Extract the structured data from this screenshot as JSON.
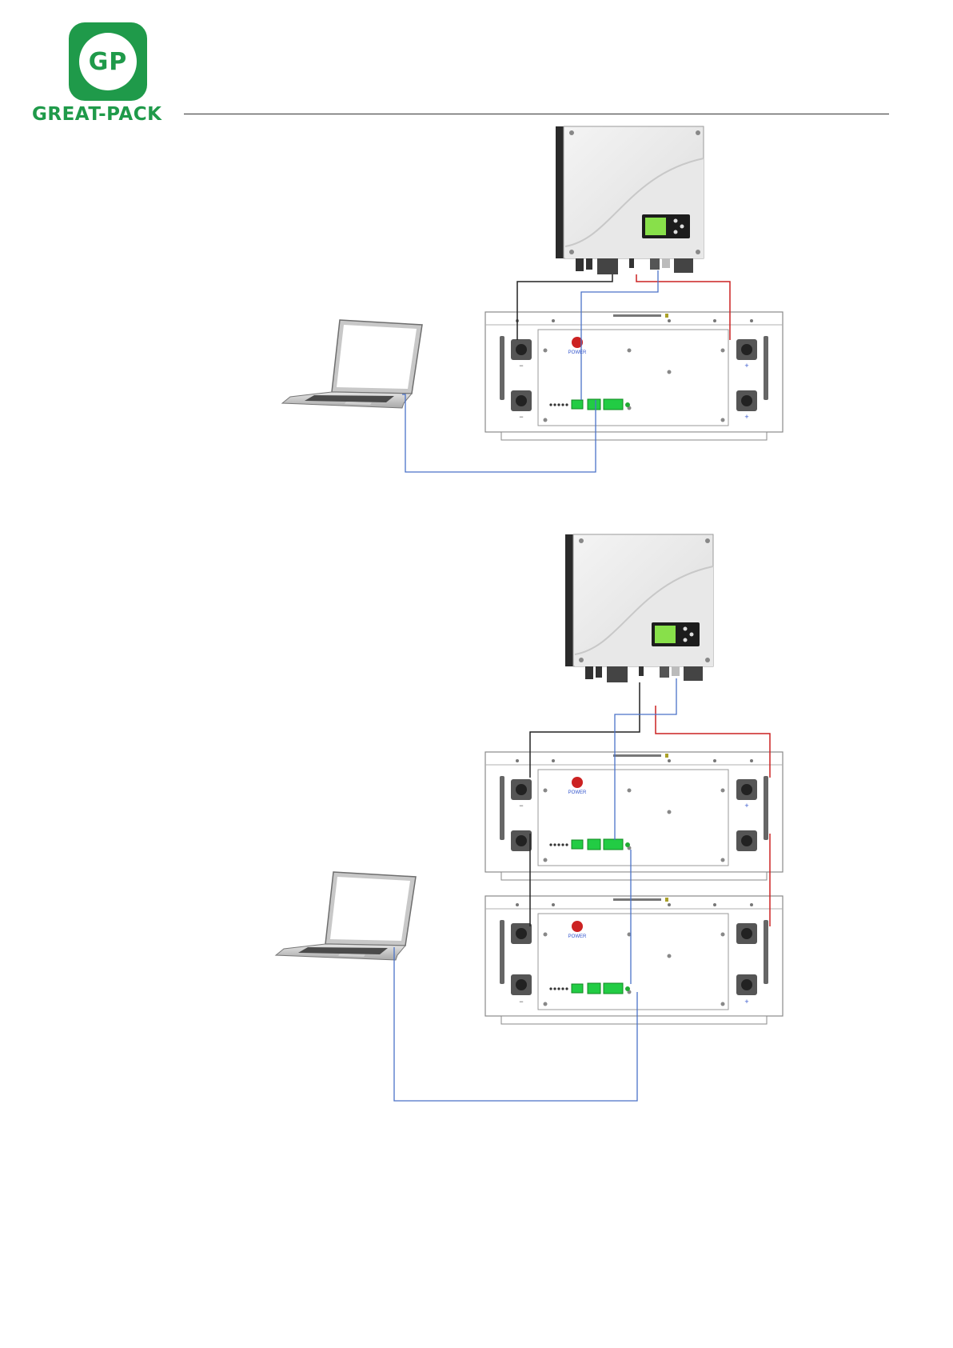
{
  "header": {
    "logo_mark": "GP",
    "logo_name": "GREAT-PACK"
  },
  "colors": {
    "brand": "#1f9a4a",
    "wire_negative": "#222222",
    "wire_positive": "#cc2222",
    "wire_comm": "#4a72c8",
    "terminal_block": "#22cc44"
  },
  "labels": {
    "power": "POWER",
    "minus": "−",
    "plus": "+"
  },
  "icons": {
    "laptop": "laptop-icon",
    "inverter": "inverter-icon",
    "battery": "battery-module-icon"
  }
}
